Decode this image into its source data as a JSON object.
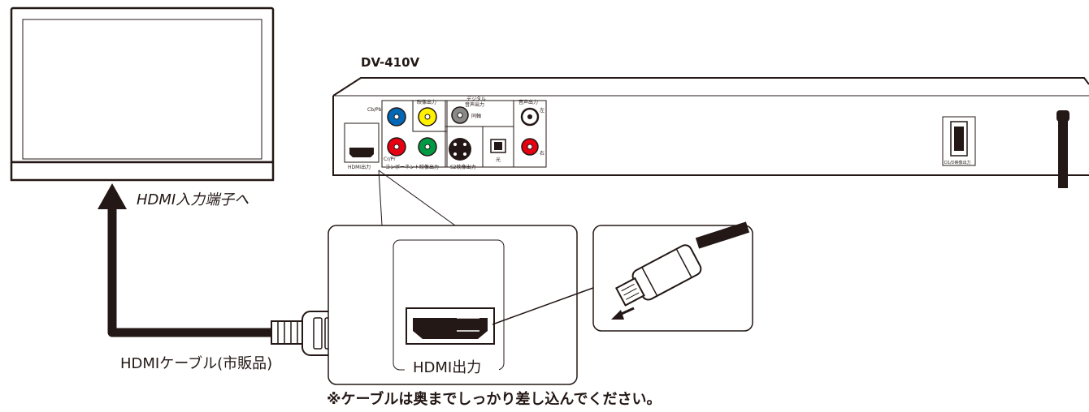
{
  "model_label": "DV-410V",
  "tv_input_label": "HDMI入力端子へ",
  "cable_label": "HDMIケーブル(市販品)",
  "notice": "※ケーブルは奥までしっかり差し込んでください。",
  "zoom_port_label": "HDMI出力",
  "panel": {
    "cb_pb": "Cb/Pb",
    "cr_pr": "Cr/Pr",
    "video_out": "映像出力",
    "digital_audio": "デジタル",
    "digital_audio_2": "音声出力",
    "coaxial": "同軸",
    "optical": "光",
    "audio_out": "音声出力",
    "left": "左",
    "right": "右",
    "hdmi_out": "HDMI出力",
    "component_out": "コンポーネント映像出力",
    "s2_out": "S2映像出力",
    "d1_out": "D1/D映像出力"
  },
  "colors": {
    "line": "#231815",
    "notice": "#e60012",
    "jack_blue": "#0068b7",
    "jack_yellow": "#fff100",
    "jack_gray": "#898989",
    "jack_red": "#e60012",
    "jack_green": "#009944",
    "jack_white": "#ffffff"
  }
}
